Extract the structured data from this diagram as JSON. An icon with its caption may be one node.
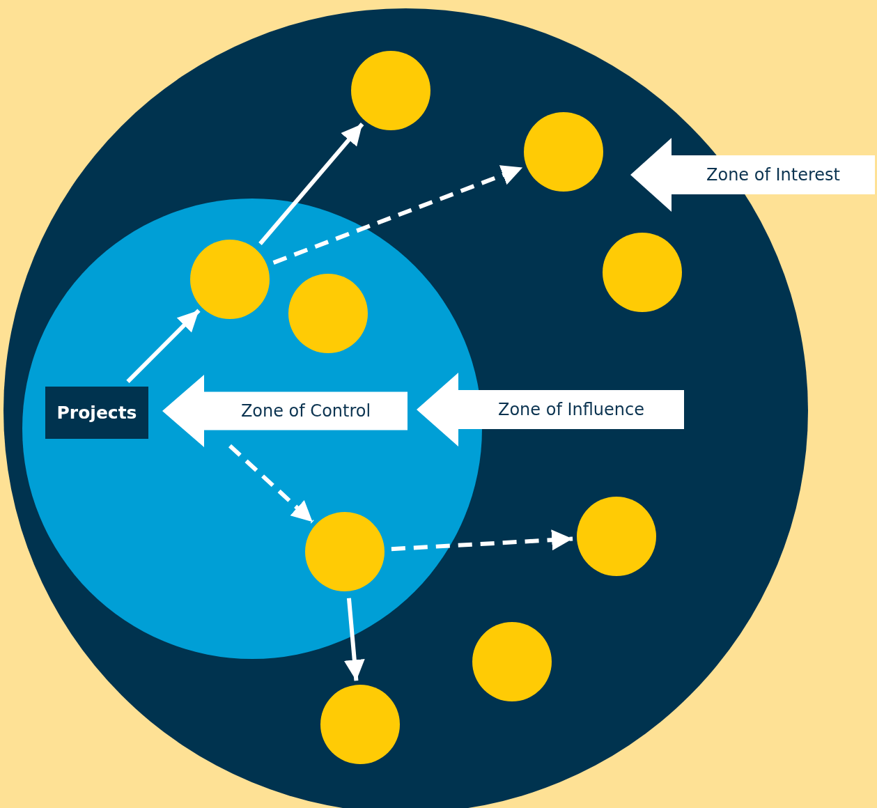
{
  "diagram": {
    "nodes": [
      {
        "text": [],
        "shape": "circle"
      },
      {
        "text": [],
        "shape": "circle",
        "in": 0
      },
      {
        "text": [],
        "shape": "circle",
        "in": 0
      },
      {
        "text": [],
        "shape": "circle",
        "in": 0
      },
      {
        "text": [
          "Zone of Interest"
        ]
      },
      {
        "text": [],
        "shape": "circle",
        "in": 1
      },
      {
        "text": [],
        "shape": "circle",
        "in": 0
      },
      {
        "text": [],
        "shape": "circle",
        "in": 1
      },
      {
        "text": [
          "Projects"
        ],
        "in": 1
      },
      {
        "text": [
          "Zone of Control"
        ],
        "in": 1
      },
      {
        "text": [
          "Zone of Influence"
        ],
        "in": 0
      },
      {
        "text": [],
        "shape": "circle",
        "in": 0
      },
      {
        "text": [],
        "shape": "circle",
        "in": 1
      },
      {
        "text": [],
        "shape": "circle",
        "in": 0
      },
      {
        "text": [],
        "shape": "circle",
        "in": 0
      }
    ],
    "edges": [
      {
        "from": 8,
        "to": 5,
        "arrow": "to"
      },
      {
        "from": 5,
        "to": 2,
        "arrow": "to"
      },
      {
        "from": 5,
        "to": 3,
        "arrow": "to",
        "style": "dashed"
      },
      {
        "from": null,
        "to": 12,
        "arrow": "to",
        "style": "dashed"
      },
      {
        "from": 12,
        "to": 11,
        "arrow": "to",
        "style": "dashed"
      },
      {
        "from": 12,
        "to": 14,
        "arrow": "to"
      }
    ]
  }
}
